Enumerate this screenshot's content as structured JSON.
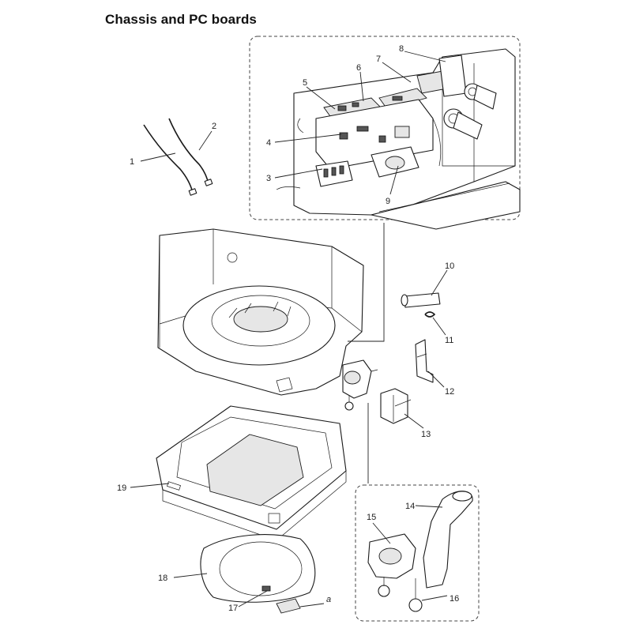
{
  "page": {
    "title": "Chassis and PC boards"
  },
  "callouts": {
    "c1": "1",
    "c2": "2",
    "c3": "3",
    "c4": "4",
    "c5": "5",
    "c6": "6",
    "c7": "7",
    "c8": "8",
    "c9": "9",
    "c10": "10",
    "c11": "11",
    "c12": "12",
    "c13": "13",
    "c14": "14",
    "c15": "15",
    "c16": "16",
    "c17": "17",
    "c18": "18",
    "c19": "19",
    "ca": "a"
  },
  "colors": {
    "line": "#1a1a1a",
    "background": "#ffffff",
    "accent_grey": "#e6e6e6"
  }
}
